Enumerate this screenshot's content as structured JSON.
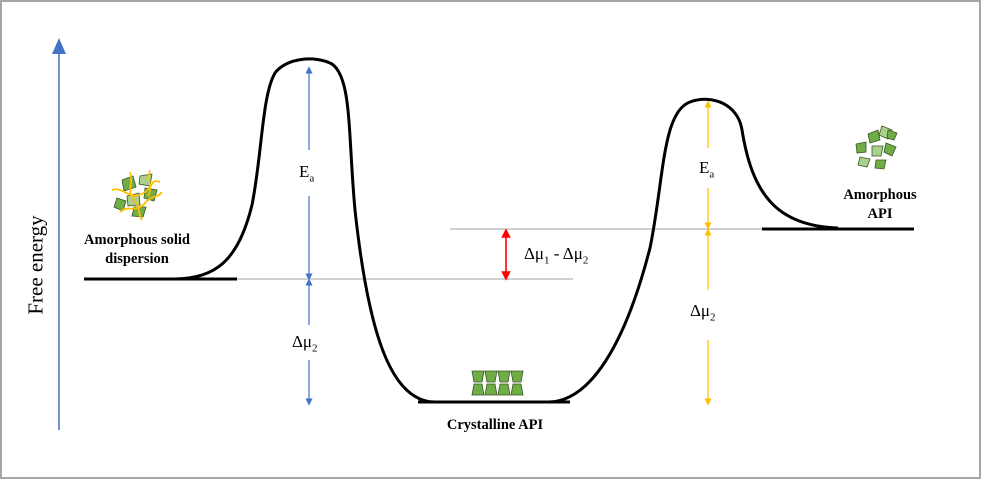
{
  "axis": {
    "y_label": "Free energy",
    "color": "#4472c4"
  },
  "states": {
    "asd": {
      "line1": "Amorphous solid",
      "line2": "dispersion"
    },
    "crystalline": {
      "label": "Crystalline API"
    },
    "amorphous": {
      "line1": "Amorphous",
      "line2": "API"
    }
  },
  "annotations": {
    "ea_left": {
      "main": "E",
      "sub": "a"
    },
    "dmu2_left": {
      "main": "Δμ",
      "sub": "2"
    },
    "diff": {
      "a": "Δμ",
      "sub1": "1",
      "b": " - Δμ",
      "sub2": "2"
    },
    "ea_right": {
      "main": "E",
      "sub": "a"
    },
    "dmu2_right": {
      "main": "Δμ",
      "sub": "2"
    }
  },
  "colors": {
    "blue_arrow": "#4472c4",
    "red_arrow": "#ff0000",
    "gold_arrow": "#ffc000",
    "particle_green": "#70ad47",
    "particle_light": "#a9d18e",
    "polymer_yellow": "#ffc000",
    "reference_line": "#a6a6a6"
  },
  "icons": [
    "asd-particles-icon",
    "crystal-lattice-icon",
    "amorphous-particles-icon"
  ]
}
